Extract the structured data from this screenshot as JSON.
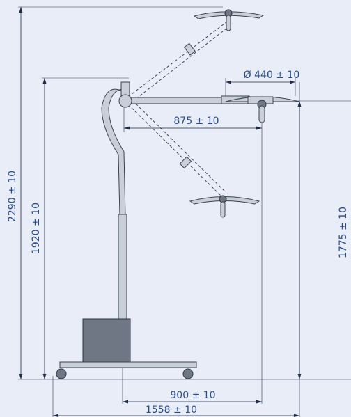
{
  "dimensions": {
    "total_height": {
      "value": "2290",
      "tolerance": "10"
    },
    "arm_height": {
      "value": "1920",
      "tolerance": "10"
    },
    "head_height": {
      "value": "1775",
      "tolerance": "10"
    },
    "head_diameter": {
      "prefix": "Ø",
      "value": "440",
      "tolerance": "10"
    },
    "arm_reach": {
      "value": "875",
      "tolerance": "10"
    },
    "base_offset": {
      "value": "900",
      "tolerance": "10"
    },
    "overall_width": {
      "value": "1558",
      "tolerance": "10"
    }
  },
  "colors": {
    "background": "#e8edf8",
    "label": "#274a8e",
    "line": "#1f2a44"
  }
}
